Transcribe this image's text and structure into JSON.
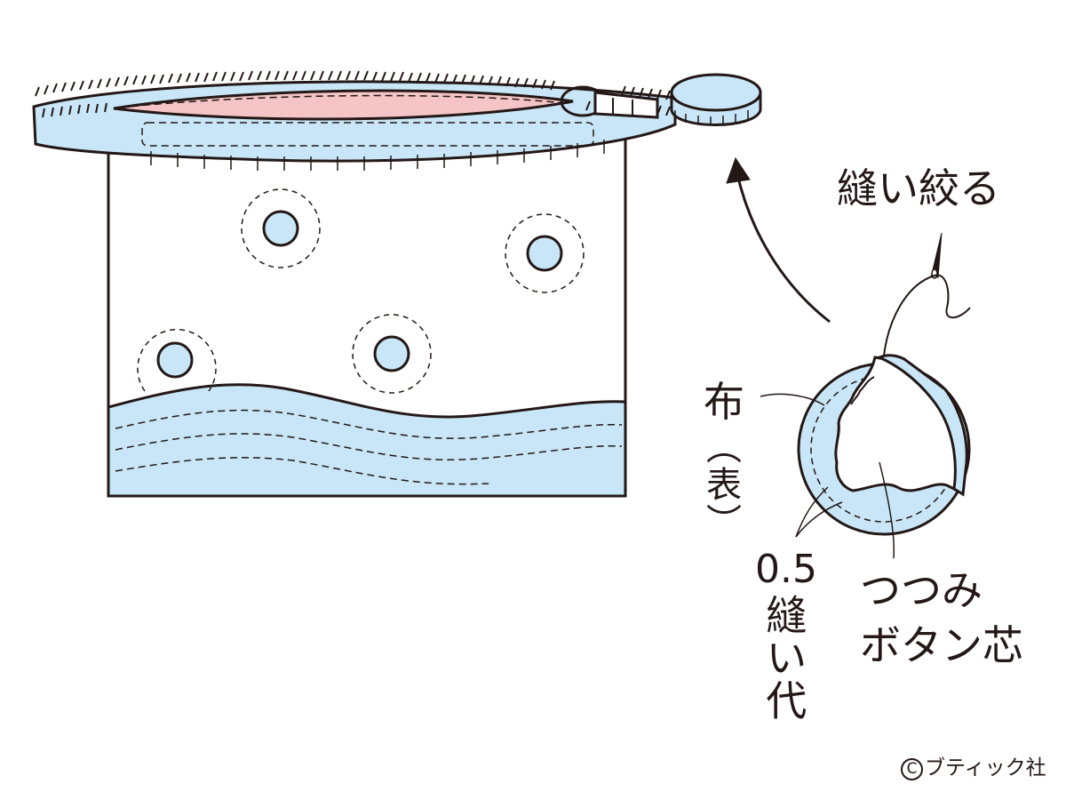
{
  "labels": {
    "gather": "縫い絞る",
    "fabric": "布",
    "fabric_side": "（表）",
    "allowance_value": "0.5",
    "allowance": "縫い代",
    "button_core_line1": "つつみ",
    "button_core_line2": "ボタン芯",
    "copyright_symbol": "C",
    "copyright": "ブティック社"
  },
  "colors": {
    "outline": "#231815",
    "light_blue": "#c9e6f8",
    "pink": "#f4c4c6",
    "background": "#ffffff"
  },
  "icons": {
    "pouch": "zipper-pouch-drawing",
    "button": "covered-button-drawing",
    "needle": "needle-icon",
    "arrow": "curved-arrow-icon",
    "copyright": "copyright-icon"
  }
}
